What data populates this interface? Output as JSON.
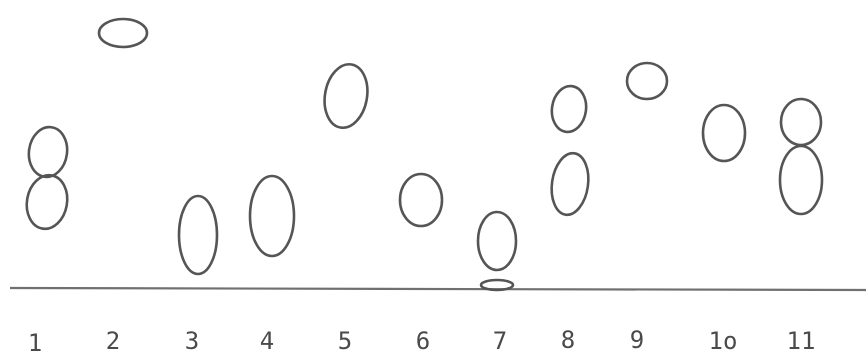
{
  "lanes": [
    {
      "label": "1"
    },
    {
      "label": "2"
    },
    {
      "label": "3"
    },
    {
      "label": "4"
    },
    {
      "label": "5"
    },
    {
      "label": "6"
    },
    {
      "label": "7"
    },
    {
      "label": "8"
    },
    {
      "label": "9"
    },
    {
      "label": "1o"
    },
    {
      "label": "11"
    }
  ],
  "colors": {
    "ink": "#555555",
    "paper": "#ffffff"
  }
}
